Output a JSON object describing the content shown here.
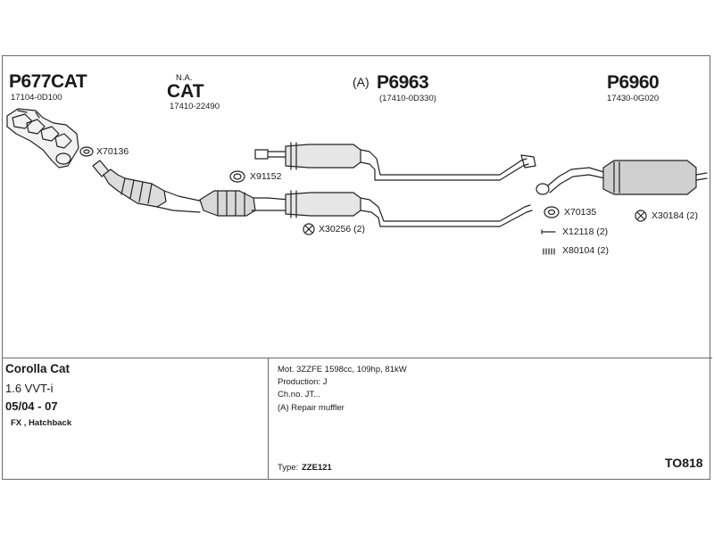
{
  "parts": {
    "p1": {
      "code": "P677CAT",
      "ref": "17104-0D100"
    },
    "p2": {
      "note": "N.A.",
      "code": "CAT",
      "ref": "17410-22490"
    },
    "p3": {
      "prefix": "(A)",
      "code": "P6963",
      "ref": "(17410-0D330)"
    },
    "p4": {
      "code": "P6960",
      "ref": "17430-0G020"
    }
  },
  "accessories": {
    "x70136": "X70136",
    "x91152": "X91152",
    "x30256": "X30256 (2)",
    "x70135": "X70135",
    "x30184": "X30184 (2)",
    "x12118": "X12118 (2)",
    "x80104": "X80104 (2)"
  },
  "vehicle": {
    "model": "Corolla Cat",
    "engine": "1.6 VVT-i",
    "years": "05/04 - 07",
    "body": "FX , Hatchback"
  },
  "specs": {
    "line1": "Mot. 3ZZFE 1598cc, 109hp, 81kW",
    "line2": "Production: J",
    "line3": "Ch.no. JT...",
    "line4": "(A) Repair muffler",
    "type_label": "Type:",
    "type_value": "ZZE121"
  },
  "diagram_code": "TO818"
}
